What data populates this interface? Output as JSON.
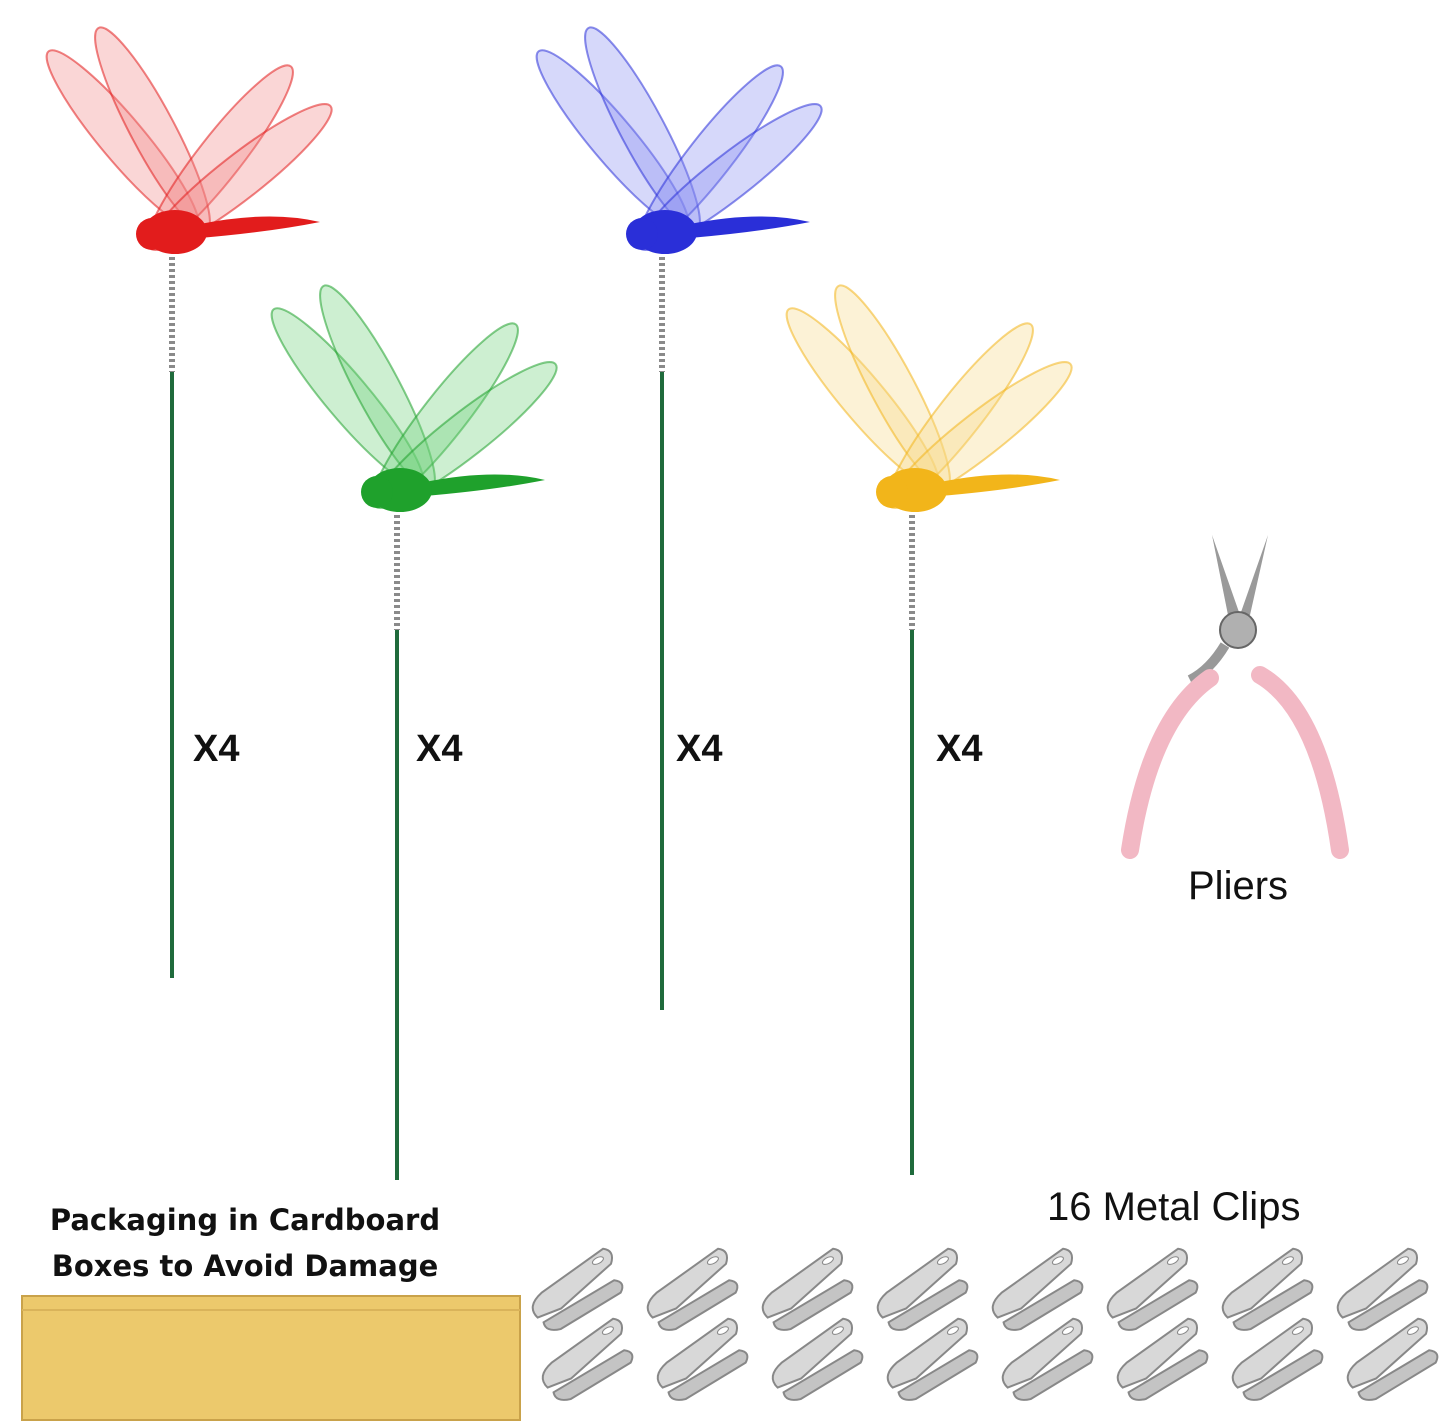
{
  "dragonflies": [
    {
      "color": "#e21c1c",
      "wing": "#f08a8a",
      "quantity": "X4"
    },
    {
      "color": "#1fa12c",
      "wing": "#6fd07a",
      "quantity": "X4"
    },
    {
      "color": "#2a2fd8",
      "wing": "#8a8ef0",
      "quantity": "X4"
    },
    {
      "color": "#f2b51a",
      "wing": "#f7d98a",
      "quantity": "X4"
    }
  ],
  "stake_color": "#1f6b3c",
  "pliers": {
    "label": "Pliers",
    "handle_color": "#f2b8c4"
  },
  "clips": {
    "label": "16 Metal Clips",
    "count": 16
  },
  "packaging": {
    "line1": "Packaging in Cardboard",
    "line2": "Boxes to Avoid Damage",
    "box_color": "#ecc96c"
  }
}
